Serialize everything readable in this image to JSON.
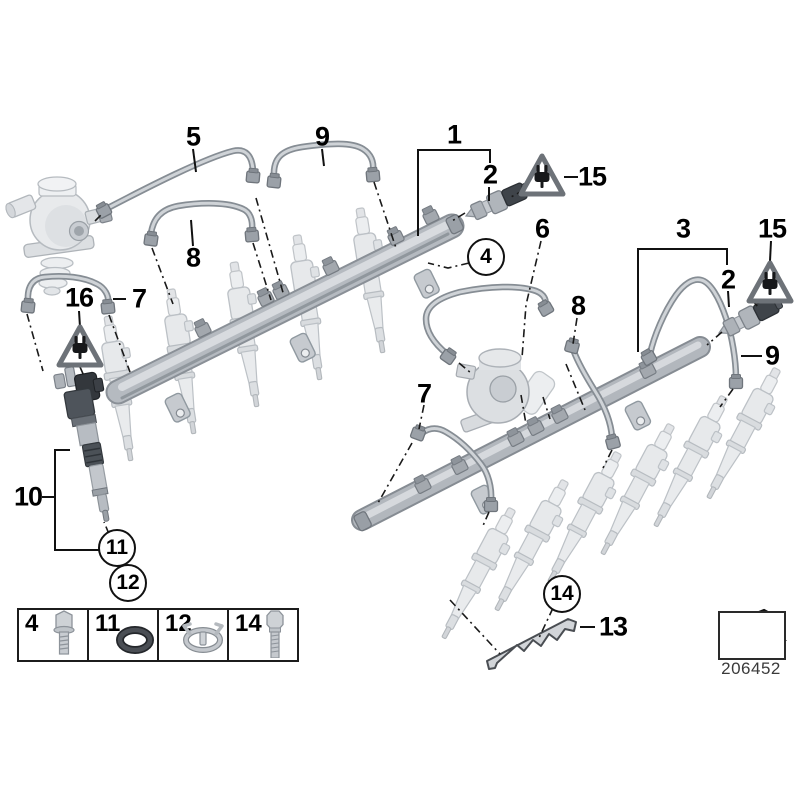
{
  "footer": {
    "diagram_number": "206452"
  },
  "callouts": [
    {
      "text": "5"
    },
    {
      "text": "9"
    },
    {
      "text": "1"
    },
    {
      "text": "2"
    },
    {
      "text": "15"
    },
    {
      "text": "6"
    },
    {
      "text": "3"
    },
    {
      "text": "15"
    },
    {
      "text": "2"
    },
    {
      "text": "16"
    },
    {
      "text": "7"
    },
    {
      "text": "8"
    },
    {
      "text": "8"
    },
    {
      "text": "9"
    },
    {
      "text": "7"
    },
    {
      "text": "10"
    },
    {
      "text": "13"
    }
  ],
  "circled_callouts": [
    {
      "text": "4"
    },
    {
      "text": "11"
    },
    {
      "text": "12"
    },
    {
      "text": "14"
    }
  ],
  "legend": {
    "items": [
      {
        "number": "4",
        "icon": "flange-bolt-icon"
      },
      {
        "number": "11",
        "icon": "o-ring-icon"
      },
      {
        "number": "12",
        "icon": "retaining-clip-icon"
      },
      {
        "number": "14",
        "icon": "hex-bolt-icon"
      }
    ]
  },
  "icons": {
    "warning": "electrical-plug-warning-icon",
    "replace_part": "replace-arrow-icon"
  },
  "colors": {
    "line": "#1a1a1a",
    "part_gray": "#b3b8be",
    "ghost_gray": "#e8eaec",
    "dark_part": "#3f444a",
    "triangle_gray": "#6d7278"
  }
}
